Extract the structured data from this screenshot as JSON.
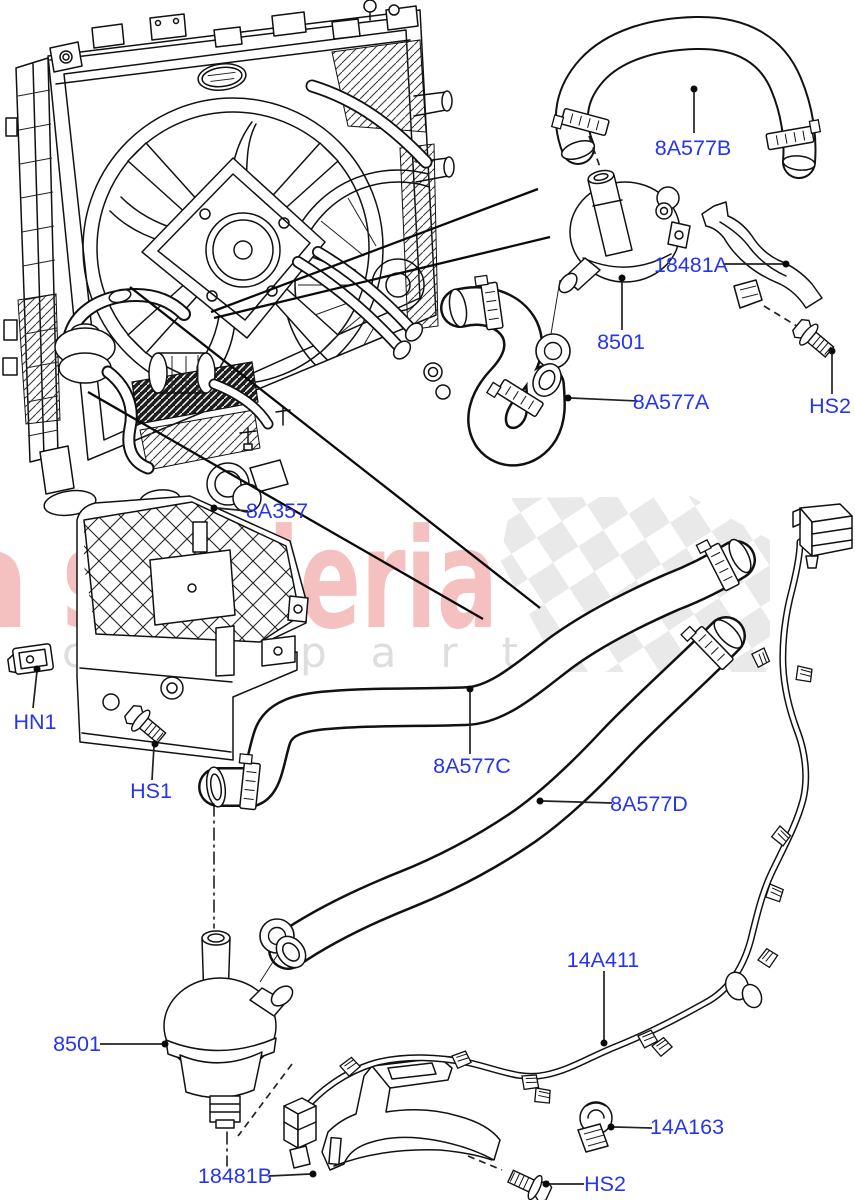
{
  "diagram": {
    "description": "Exploded parts diagram - auxiliary coolant pump, hoses and wiring on radiator assembly",
    "background": "#ffffff",
    "line_color": "#111111",
    "label_color": "#2634ee",
    "labels": {
      "hose_b": "8A577B",
      "bracket_a": "18481A",
      "pump_top": "8501",
      "hose_a": "8A577A",
      "bolt_hs2_top": "HS2",
      "shield": "8A357",
      "nut_hn1": "HN1",
      "bolt_hs1": "HS1",
      "hose_c": "8A577C",
      "hose_d": "8A577D",
      "pump_bottom": "8501",
      "bracket_b": "18481B",
      "harness": "14A411",
      "clip_14a163": "14A163",
      "bolt_hs2_bottom": "HS2"
    },
    "watermark": {
      "brand": "scuderia",
      "brand_partial_left": "a",
      "tagline_left": "car",
      "tagline_right": "parts",
      "brand_color": "#f5c0c0",
      "tagline_color": "#dedede",
      "flag_color": "#e9e9e9"
    }
  }
}
